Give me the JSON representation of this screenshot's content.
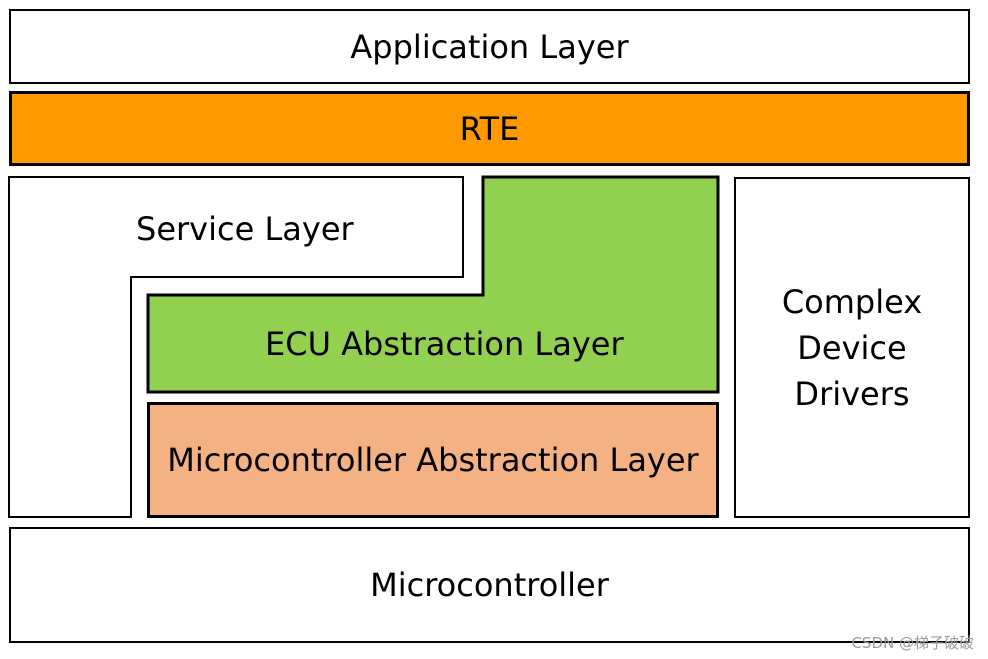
{
  "layers": {
    "application": "Application Layer",
    "rte": "RTE",
    "service": "Service Layer",
    "ecu_abstraction": "ECU Abstraction Layer",
    "mcal": "Microcontroller Abstraction Layer",
    "cdd_line1": "Complex",
    "cdd_line2": "Device",
    "cdd_line3": "Drivers",
    "microcontroller": "Microcontroller"
  },
  "colors": {
    "rte": "#FF9900",
    "ecu_abstraction": "#92D050",
    "mcal": "#F4B183",
    "default": "#FFFFFF"
  },
  "watermark": "CSDN @梯子破破"
}
